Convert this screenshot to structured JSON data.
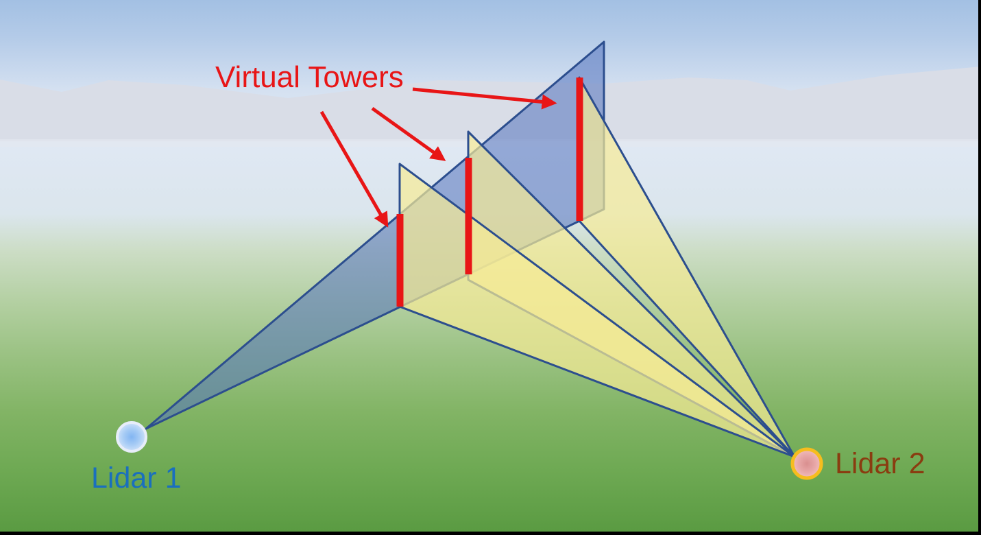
{
  "labels": {
    "virtual_towers": "Virtual Towers",
    "lidar1": "Lidar 1",
    "lidar2": "Lidar 2"
  },
  "colors": {
    "annotation_red": "#e81516",
    "lidar1_label": "#1a6fbe",
    "lidar2_label": "#8a3c10",
    "fan_outline": "#2c4e8e",
    "lidar1_beam_fill": "rgba(84,115,190,0.55)",
    "lidar2_beam_fill": "rgba(246,235,150,0.7)",
    "mountains": "#d9dde7",
    "lidar1_marker_ring": "#e7edf9",
    "lidar2_marker_ring": "#f6bd1e"
  },
  "scene": {
    "lidar_count": 2,
    "virtual_tower_count": 3,
    "lidar1_scan_fan_count": 1,
    "lidar2_scan_fan_count": 3
  }
}
